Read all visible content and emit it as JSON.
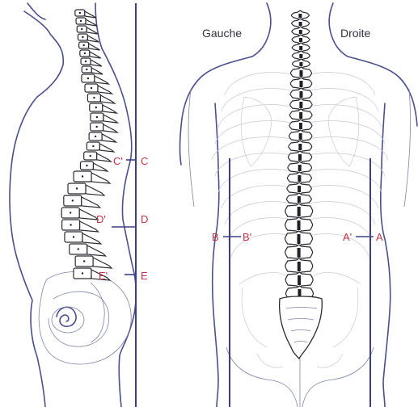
{
  "figure": {
    "side_labels": {
      "left": "Gauche",
      "right": "Droite"
    },
    "points": {
      "C": "C",
      "C_prime": "C'",
      "D": "D",
      "D_prime": "D'",
      "E": "E",
      "E_prime": "E'",
      "B": "B",
      "B_prime": "B'",
      "A": "A",
      "A_prime": "A'"
    },
    "colors": {
      "outline": "#4a4f8c",
      "plumb_line": "#3c3f86",
      "point_label": "#c0344a",
      "bone": "#2a2a33"
    }
  }
}
